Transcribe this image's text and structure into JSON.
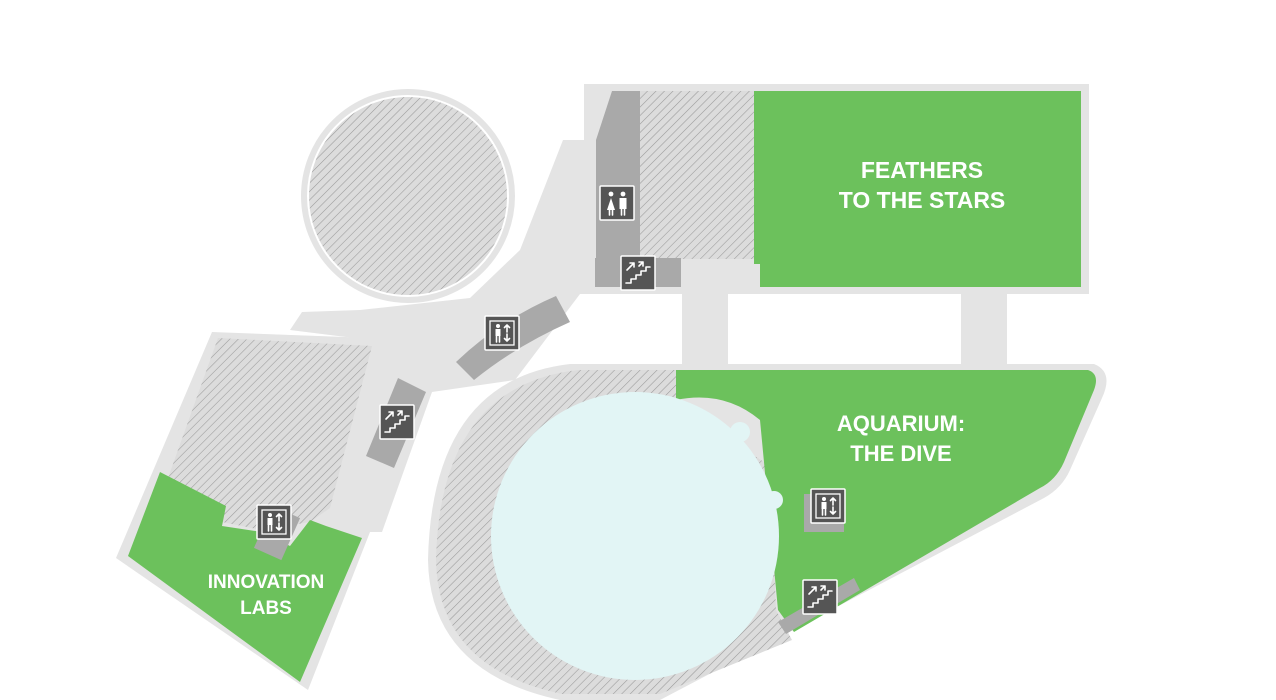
{
  "colors": {
    "exhibit": "#6cc15c",
    "walkway": "#e4e4e4",
    "hatched_area": "#dcdcdc",
    "hatch_line": "#9a9a9a",
    "service_core": "#a9a9a9",
    "aquarium_pool": "#e2f5f5",
    "icon_background": "#555555"
  },
  "exhibits": {
    "feathers": {
      "line1": "FEATHERS",
      "line2": "TO THE STARS"
    },
    "aquarium": {
      "line1": "AQUARIUM:",
      "line2": "THE DIVE"
    },
    "innovation": {
      "line1": "INNOVATION",
      "line2": "LABS"
    }
  },
  "icons": [
    {
      "name": "restroom-icon",
      "type": "restroom"
    },
    {
      "name": "escalator-icon",
      "type": "escalator"
    },
    {
      "name": "elevator-icon",
      "type": "elevator"
    },
    {
      "name": "escalator-icon",
      "type": "escalator"
    },
    {
      "name": "elevator-icon",
      "type": "elevator"
    },
    {
      "name": "elevator-icon",
      "type": "elevator"
    },
    {
      "name": "escalator-icon",
      "type": "escalator"
    }
  ]
}
